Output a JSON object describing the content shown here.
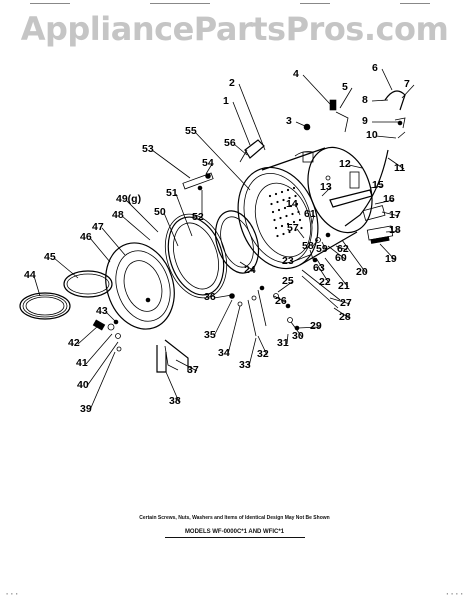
{
  "watermark": "AppliancePartsPros.com",
  "footer": {
    "caveat": "Certain Screws, Nuts, Washers and Items of Identical Design May Not Be Shown",
    "models": "MODELS WF-0000C*1 AND WFIC*1"
  },
  "callouts": [
    "1",
    "2",
    "3",
    "4",
    "5",
    "6",
    "7",
    "8",
    "9",
    "10",
    "11",
    "12",
    "13",
    "14",
    "15",
    "16",
    "17",
    "18",
    "19",
    "20",
    "21",
    "22",
    "23",
    "24",
    "25",
    "26",
    "27",
    "28",
    "29",
    "30",
    "31",
    "32",
    "33",
    "34",
    "35",
    "36",
    "37",
    "38",
    "39",
    "40",
    "41",
    "42",
    "43",
    "44",
    "45",
    "46",
    "47",
    "48",
    "49(g)",
    "50",
    "51",
    "52",
    "53",
    "54",
    "55",
    "56",
    "57",
    "58",
    "59",
    "60",
    "61",
    "62",
    "63"
  ],
  "colors": {
    "ink": "#000000",
    "watermark": "#969696",
    "paper": "#ffffff"
  }
}
